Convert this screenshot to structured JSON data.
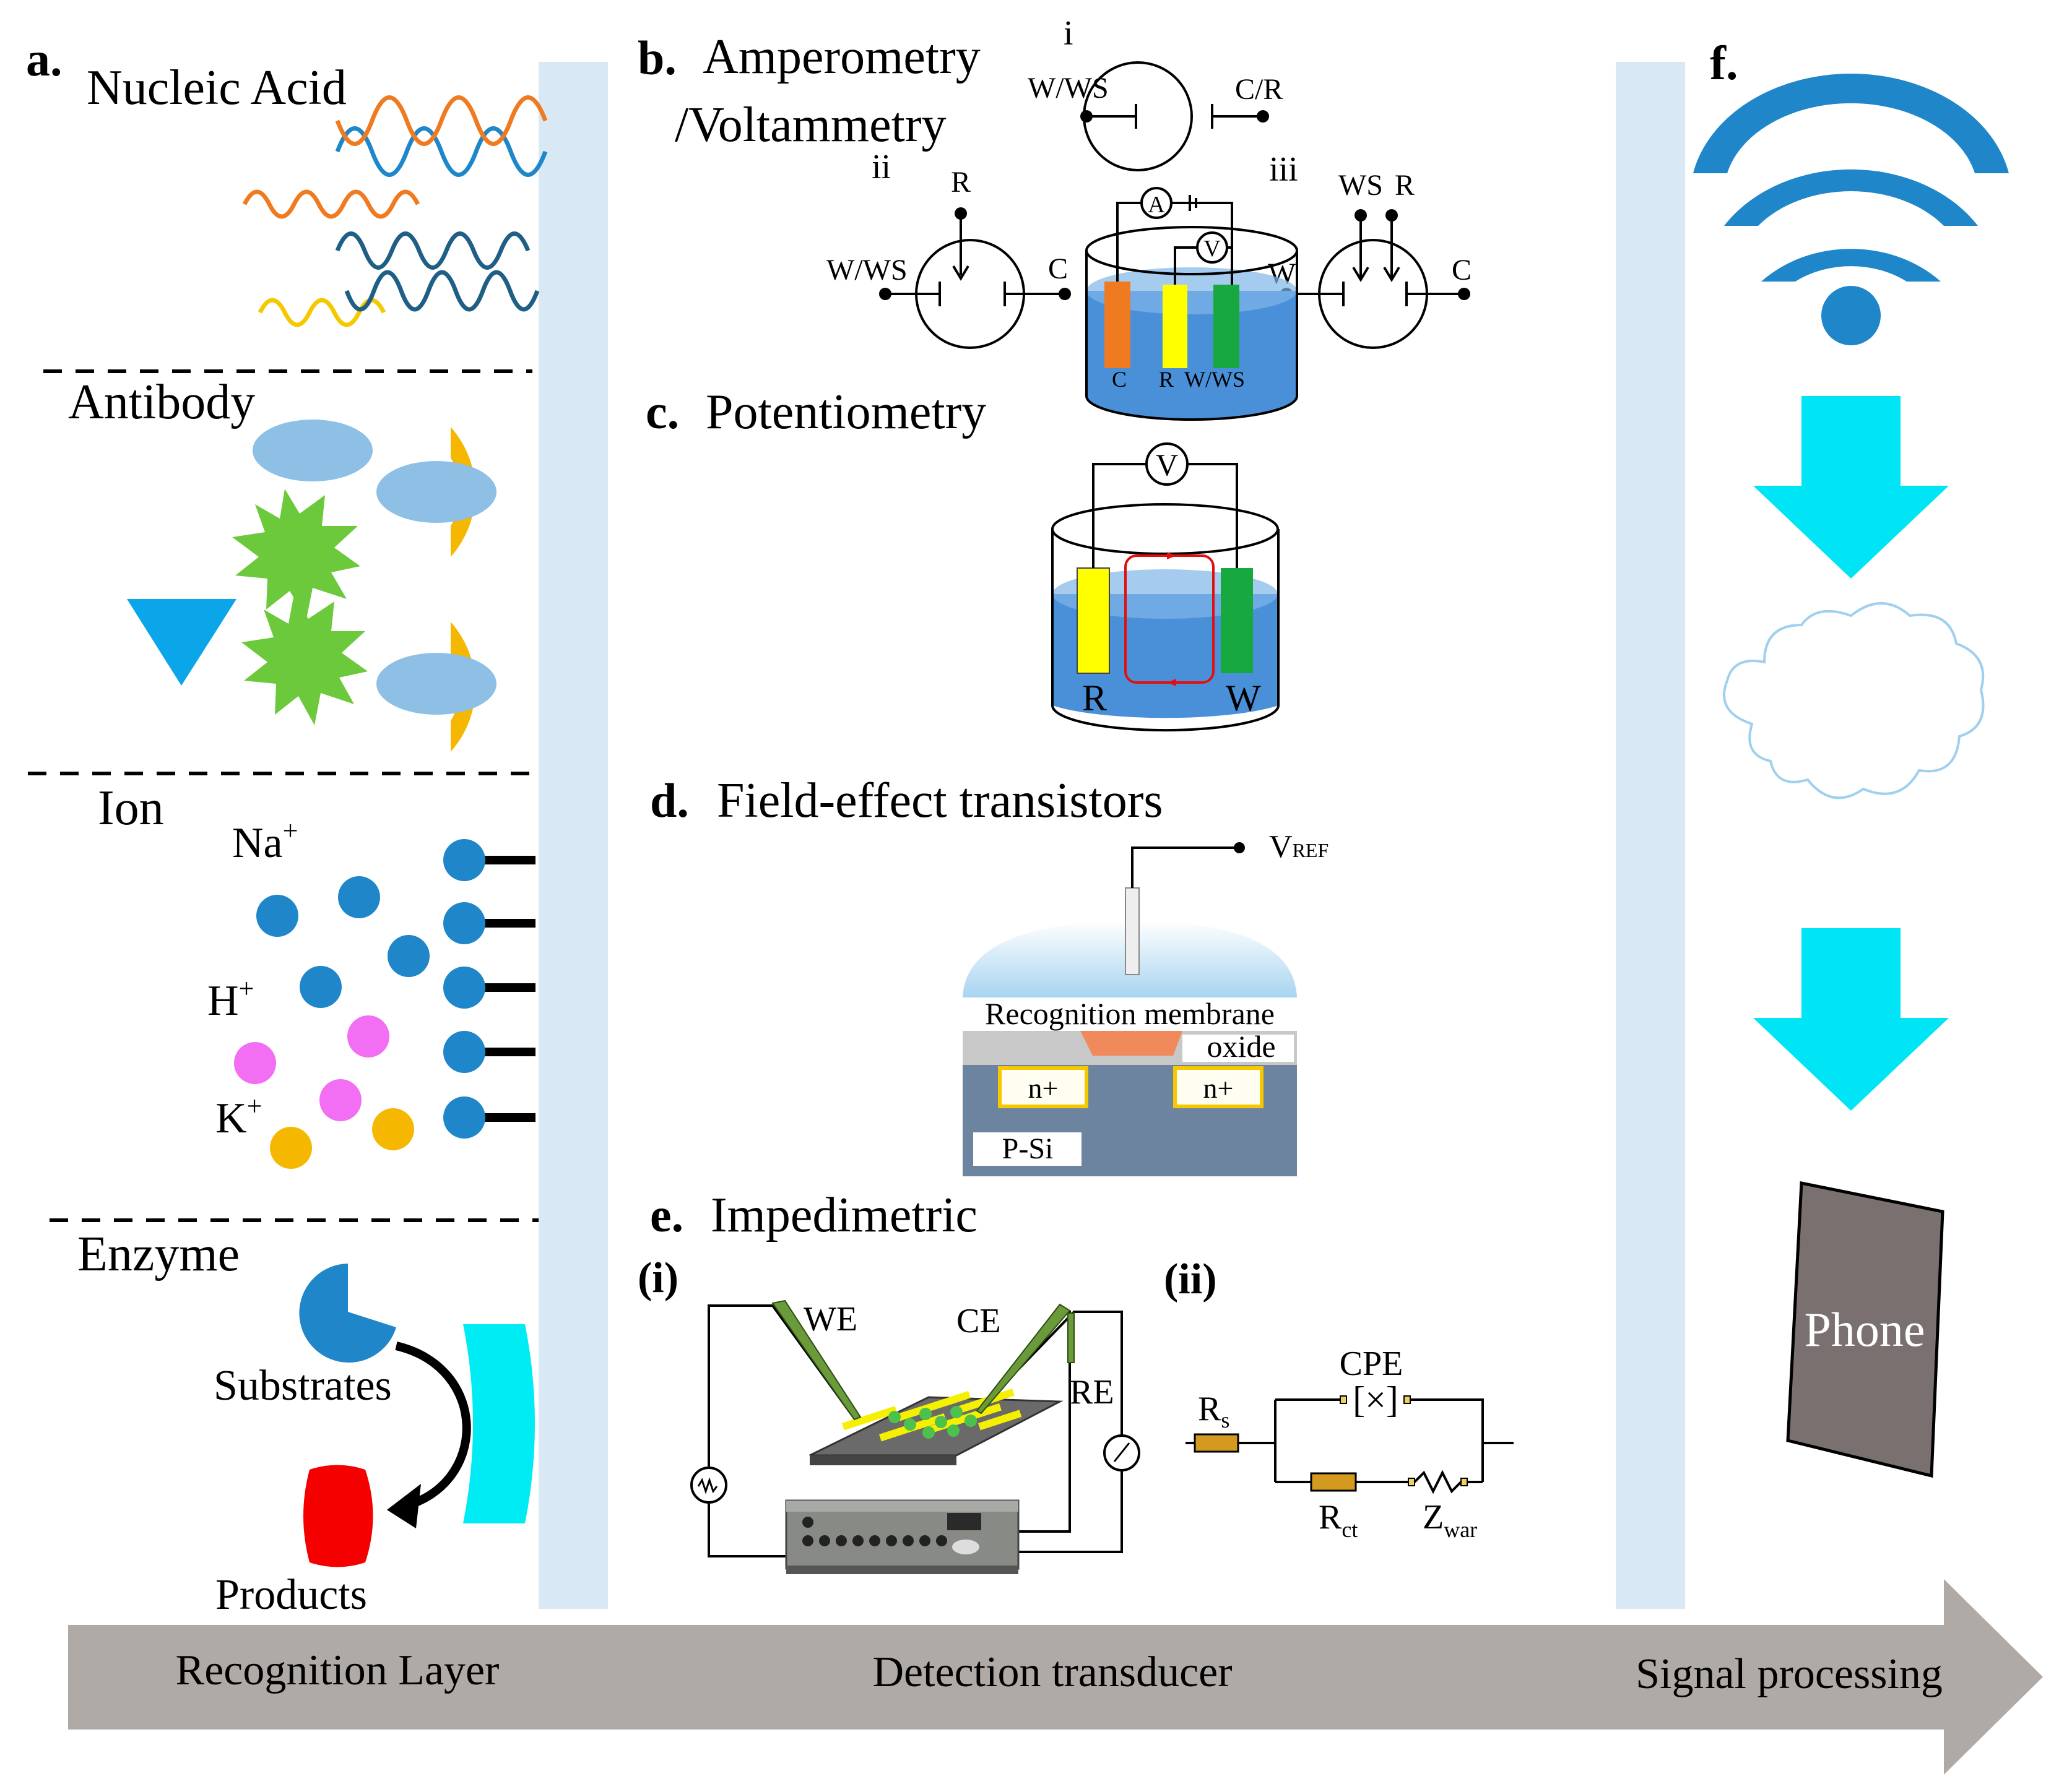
{
  "panel_a": {
    "letter": "a.",
    "nucleic_acid": "Nucleic Acid",
    "antibody": "Antibody",
    "ion": "Ion",
    "ion_na": "Na",
    "ion_h": "H",
    "ion_k": "K",
    "ion_charge": "+",
    "enzyme": "Enzyme",
    "substrates": "Substrates",
    "products": "Products"
  },
  "panel_b": {
    "letter": "b.",
    "title_line1": "Amperometry",
    "title_line2": "/Voltammetry",
    "roman_i": "i",
    "roman_ii": "ii",
    "roman_iii": "iii",
    "i_left": "W/WS",
    "i_right": "C/R",
    "ii_left": "W/WS",
    "ii_top": "R",
    "ii_right": "C",
    "iii_left": "W",
    "iii_top_ws": "WS",
    "iii_top_r": "R",
    "iii_right": "C",
    "meter_a": "A",
    "meter_v": "V",
    "electrode_c": "C",
    "electrode_r": "R",
    "electrode_w": "W/WS"
  },
  "panel_c": {
    "letter": "c.",
    "title": "Potentiometry",
    "meter_v": "V",
    "electrode_r": "R",
    "electrode_w": "W"
  },
  "panel_d": {
    "letter": "d.",
    "title": "Field-effect transistors",
    "vref_main": "V",
    "vref_sub": "REF",
    "membrane": "Recognition membrane",
    "oxide": "oxide",
    "n_plus": "n+",
    "psi": "P-Si"
  },
  "panel_e": {
    "letter": "e.",
    "title": "Impedimetric",
    "sub_i": "(i)",
    "sub_ii": "(ii)",
    "we": "WE",
    "ce": "CE",
    "re": "RE",
    "cpe": "CPE",
    "rs_main": "R",
    "rs_sub": "s",
    "rct_main": "R",
    "rct_sub": "ct",
    "zwar_main": "Z",
    "zwar_sub": "war"
  },
  "panel_f": {
    "letter": "f.",
    "phone": "Phone"
  },
  "arrow": {
    "recognition": "Recognition Layer",
    "detection": "Detection transducer",
    "signal": "Signal processing"
  },
  "colors": {
    "divider": "#d9e8f5",
    "arrow": "#b0aaa6",
    "wifi": "#1f87c9",
    "down_arrow": "#00e5f5",
    "phone": "#7a7070",
    "solution": "#4a90d9",
    "ion_blue": "#1f87c9",
    "ion_pink": "#f26ef2",
    "ion_gold": "#f5b700",
    "star_green": "#6cc93c",
    "cup_gold": "#f5b700",
    "ellipse_blue": "#8ec0e6",
    "triangle": "#0ba6ea"
  },
  "icons": [
    "wifi-icon",
    "cloud-icon",
    "down-arrow-icon",
    "phone-icon"
  ]
}
